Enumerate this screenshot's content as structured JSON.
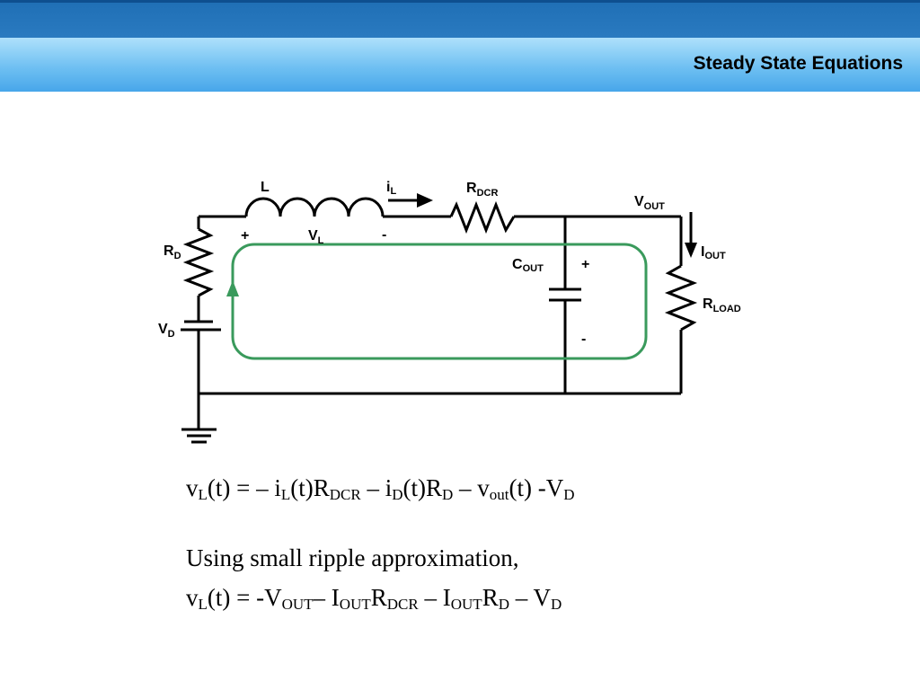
{
  "header": {
    "title": "Steady State Equations"
  },
  "circuit": {
    "labels": {
      "L": "L",
      "iL_main": "i",
      "iL_sub": "L",
      "RDCR_main": "R",
      "RDCR_sub": "DCR",
      "VOUT_main": "V",
      "VOUT_sub": "OUT",
      "IOUT_main": "I",
      "IOUT_sub": "OUT",
      "RD_main": "R",
      "RD_sub": "D",
      "VD_main": "V",
      "VD_sub": "D",
      "VL_main": "V",
      "VL_sub": "L",
      "COUT_main": "C",
      "COUT_sub": "OUT",
      "RLOAD_main": "R",
      "RLOAD_sub": "LOAD",
      "plus": "+",
      "minus": "-"
    },
    "colors": {
      "wire": "#000000",
      "loop": "#3a9a5c"
    }
  },
  "equations": {
    "eq1": {
      "p1": "v",
      "s1": "L",
      "p2": "(t) = – i",
      "s2": "L",
      "p3": "(t)R",
      "s3": "DCR",
      "p4": " – i",
      "s4": "D",
      "p5": "(t)R",
      "s5": "D",
      "p6": " – v",
      "s6": "out",
      "p7": "(t) -V",
      "s7": "D"
    },
    "note": "Using small ripple approximation,",
    "eq2": {
      "p1": "v",
      "s1": "L",
      "p2": "(t) = -V",
      "s2": "OUT",
      "p3": "– I",
      "s3": "OUT",
      "p4": "R",
      "s4": "DCR",
      "p5": " – I",
      "s5": "OUT",
      "p6": "R",
      "s6": "D",
      "p7": " – V",
      "s7": "D"
    }
  }
}
